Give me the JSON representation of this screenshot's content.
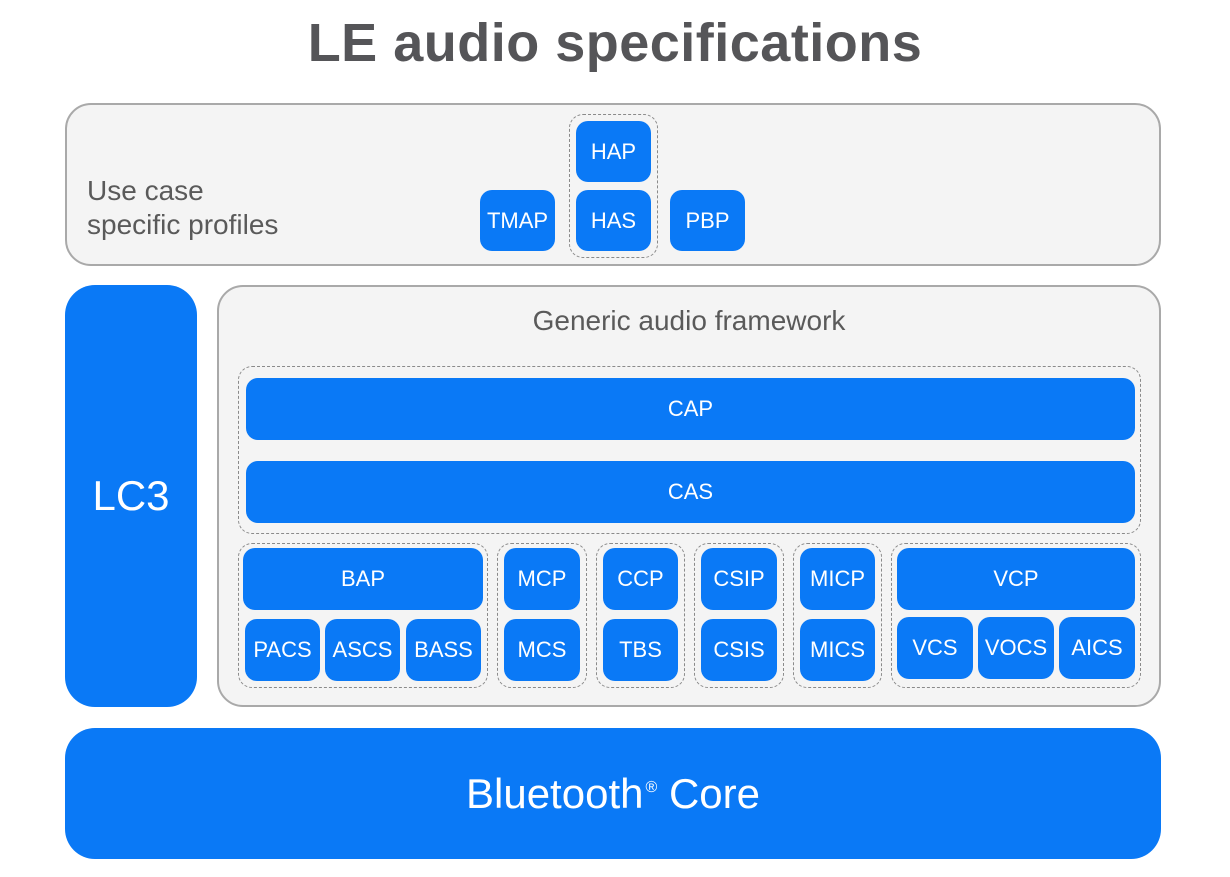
{
  "title": "LE audio specifications",
  "use_case_panel": {
    "label_line1": "Use case",
    "label_line2": "specific profiles",
    "profiles": {
      "tmap": "TMAP",
      "hap": "HAP",
      "has": "HAS",
      "pbp": "PBP"
    }
  },
  "lc3": "LC3",
  "generic_framework": {
    "label": "Generic audio framework",
    "cap": "CAP",
    "cas": "CAS",
    "groups": {
      "bap": {
        "top": "BAP",
        "subs": [
          "PACS",
          "ASCS",
          "BASS"
        ]
      },
      "mcp": {
        "top": "MCP",
        "bottom": "MCS"
      },
      "ccp": {
        "top": "CCP",
        "bottom": "TBS"
      },
      "csip": {
        "top": "CSIP",
        "bottom": "CSIS"
      },
      "micp": {
        "top": "MICP",
        "bottom": "MICS"
      },
      "vcp": {
        "top": "VCP",
        "subs": [
          "VCS",
          "VOCS",
          "AICS"
        ]
      }
    }
  },
  "core": {
    "name": "Bluetooth",
    "mark": "®",
    "suffix": " Core"
  },
  "colors": {
    "accent": "#0a79f6",
    "panel_bg": "#f4f4f4",
    "panel_border": "#a9a9a9",
    "title": "#555558"
  }
}
